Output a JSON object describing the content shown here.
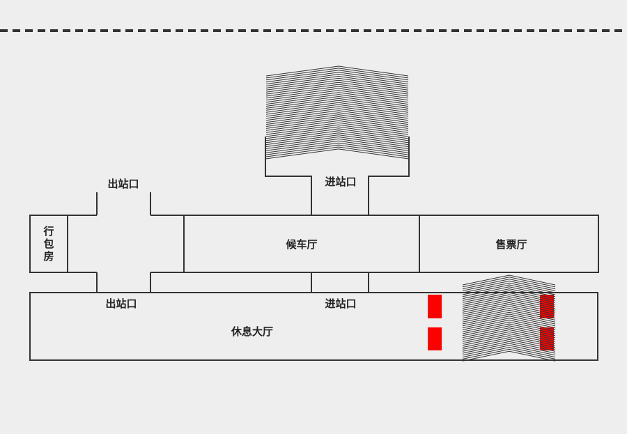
{
  "labels": {
    "luggage_room": [
      "行",
      "包",
      "房"
    ],
    "exit_top": "出站口",
    "entrance_top": "进站口",
    "waiting_hall": "候车厅",
    "ticket_hall": "售票厅",
    "exit_bottom": "出站口",
    "entrance_bottom": "进站口",
    "rest_hall": "休息大厅"
  },
  "colors": {
    "background": "#eeeeee",
    "line": "#333333",
    "marker": "#ff0000"
  }
}
